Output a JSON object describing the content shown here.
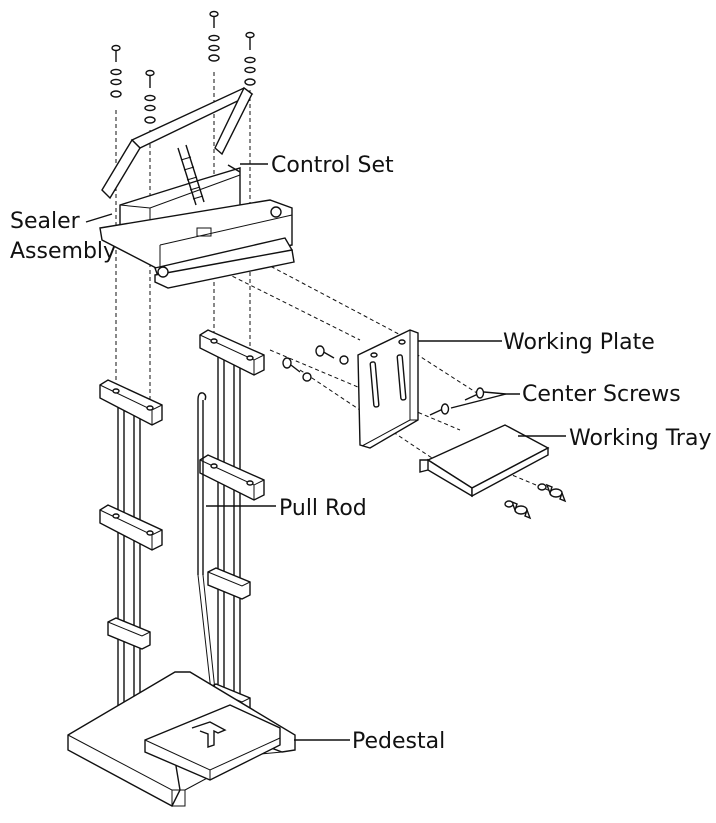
{
  "diagram": {
    "labels": {
      "control_set": "Control Set",
      "sealer_assembly_line1": "Sealer",
      "sealer_assembly_line2": "Assembly",
      "working_plate": "Working Plate",
      "center_screws": "Center Screws",
      "working_tray": "Working Tray",
      "pull_rod": "Pull Rod",
      "pedestal": "Pedestal"
    }
  }
}
